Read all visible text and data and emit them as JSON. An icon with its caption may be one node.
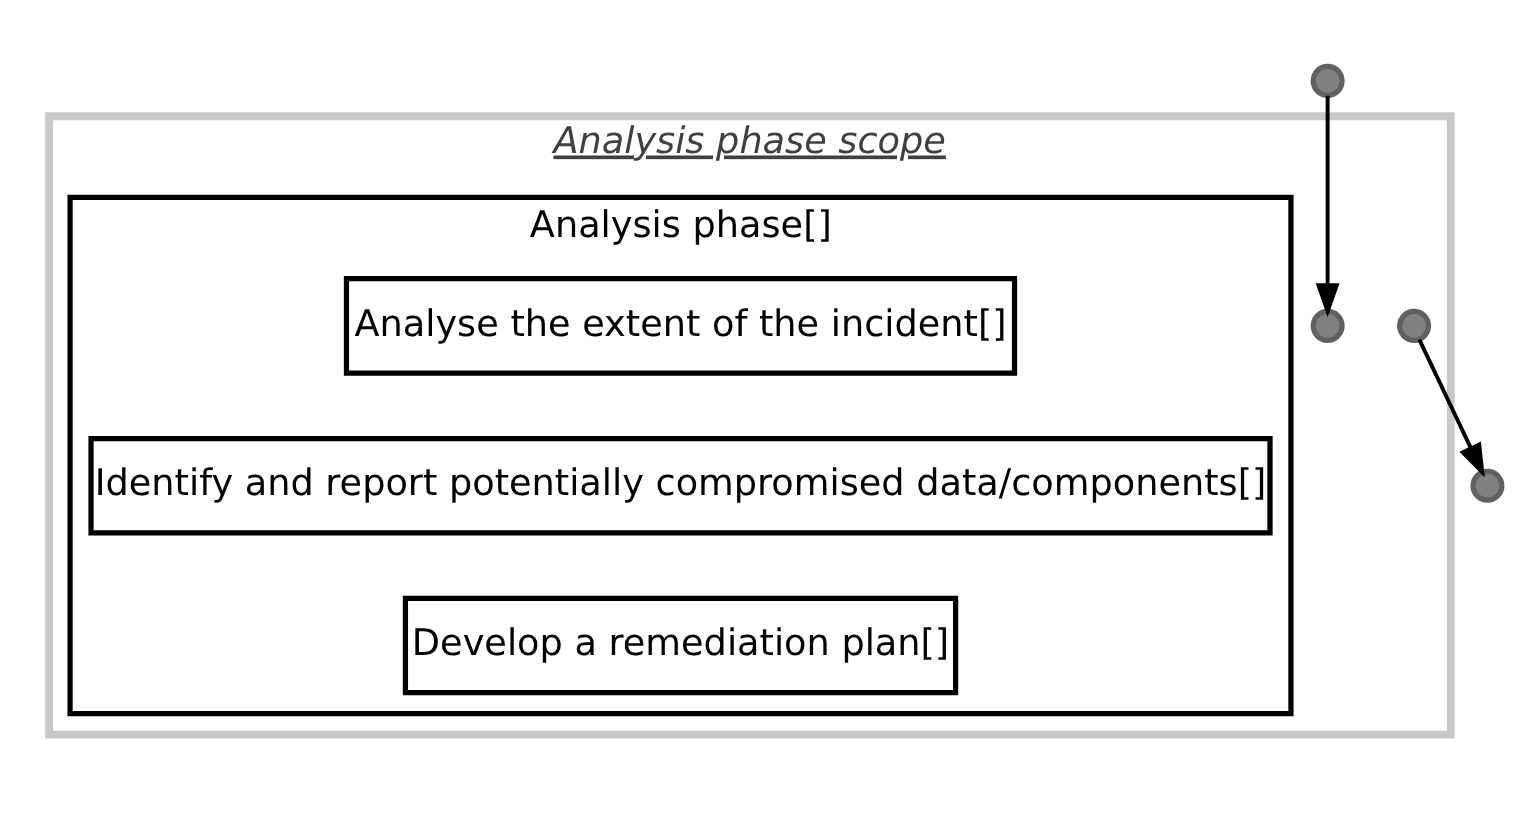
{
  "diagram": {
    "nodes": [
      {
        "text": [
          "Analysis phase scope"
        ]
      },
      {
        "text": [
          "Analysis phase[]"
        ],
        "in": 0
      },
      {
        "text": [
          "Analyse the extent of the incident[]"
        ],
        "in": 1
      },
      {
        "text": [
          "Identify and report potentially compromised data/components[]"
        ],
        "in": 1
      },
      {
        "text": [
          "Develop a remediation plan[]"
        ],
        "in": 1
      },
      {
        "text": [],
        "shape": "circle"
      },
      {
        "text": [],
        "shape": "circle",
        "in": 0
      },
      {
        "text": [],
        "shape": "circle",
        "in": 0
      },
      {
        "text": [],
        "shape": "circle"
      }
    ],
    "edges": [
      {
        "from": 5,
        "to": 6,
        "arrow": "to"
      },
      {
        "from": 7,
        "to": 8,
        "arrow": "to"
      }
    ]
  }
}
